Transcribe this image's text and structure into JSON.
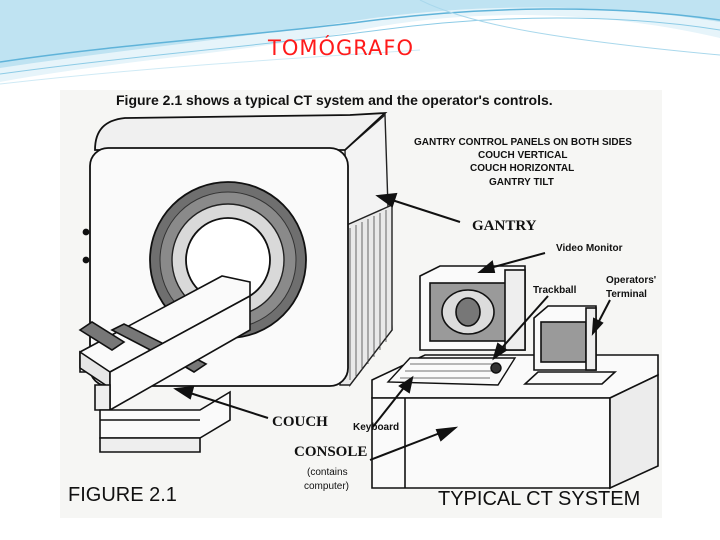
{
  "slide": {
    "title": "TOMÓGRAFO"
  },
  "figure": {
    "caption": "Figure 2.1 shows a typical CT system and the operator's controls.",
    "gantry_controls": [
      "GANTRY CONTROL PANELS ON BOTH SIDES",
      "COUCH VERTICAL",
      "COUCH HORIZONTAL",
      "GANTRY TILT"
    ],
    "labels": {
      "gantry": "GANTRY",
      "video_monitor": "Video Monitor",
      "trackball": "Trackball",
      "operators_terminal_line1": "Operators'",
      "operators_terminal_line2": "Terminal",
      "couch": "COUCH",
      "keyboard": "Keyboard",
      "console": "CONSOLE",
      "console_note_line1": "(contains",
      "console_note_line2": "computer)"
    },
    "figure_number": "FIGURE 2.1",
    "figure_title": "TYPICAL CT SYSTEM"
  },
  "colors": {
    "title": "#ff1a1a",
    "wave_light": "#bfe3f2",
    "wave_dark": "#5fb3d9"
  }
}
